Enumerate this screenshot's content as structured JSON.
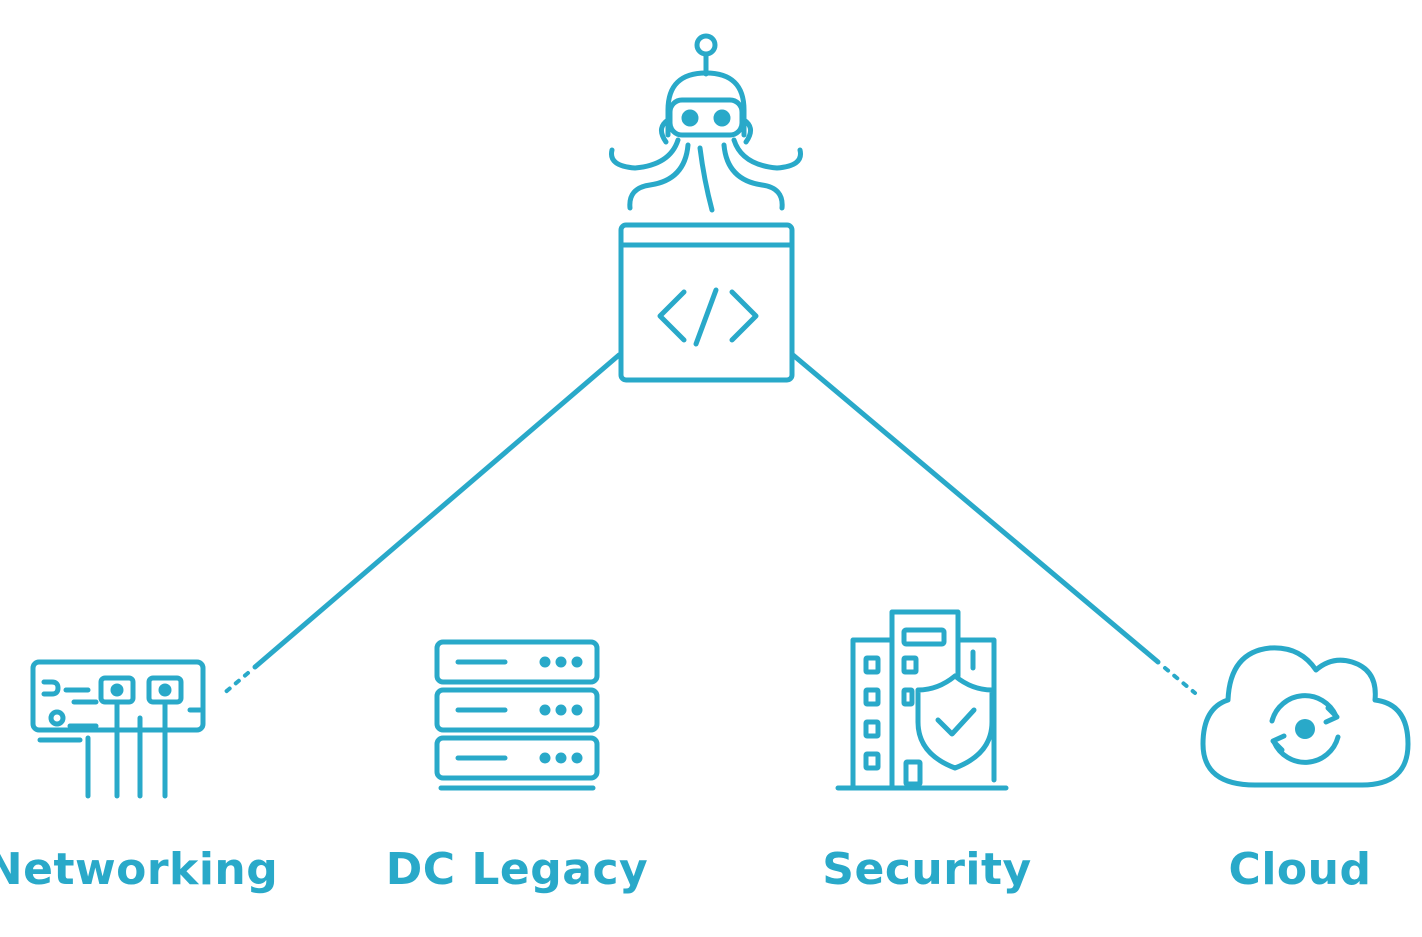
{
  "colors": {
    "primary": "#29a9c9",
    "background": "#ffffff"
  },
  "hub": {
    "robot_icon": "octopus-robot-icon",
    "code_icon": "code-window-icon"
  },
  "nodes": [
    {
      "icon": "network-switch-icon",
      "label": "Networking"
    },
    {
      "icon": "server-rack-icon",
      "label": "DC Legacy"
    },
    {
      "icon": "building-shield-icon",
      "label": "Security"
    },
    {
      "icon": "cloud-sync-icon",
      "label": "Cloud"
    }
  ]
}
